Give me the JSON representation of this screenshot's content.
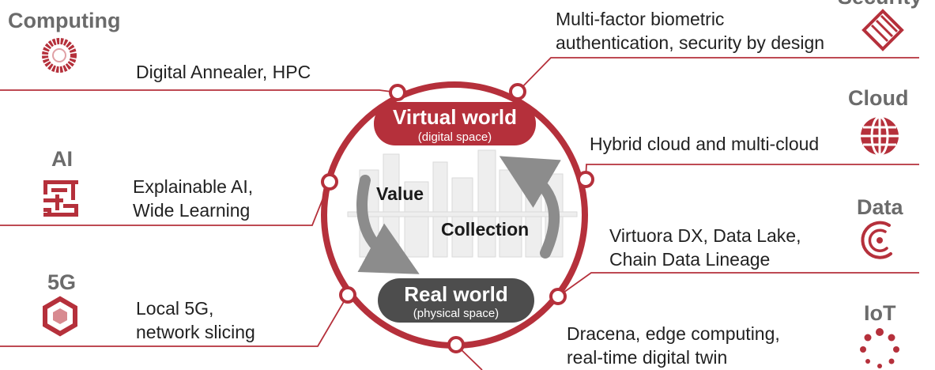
{
  "center": {
    "virtual_title": "Virtual world",
    "virtual_sub": "(digital space)",
    "real_title": "Real world",
    "real_sub": "(physical space)",
    "value_label": "Value",
    "collection_label": "Collection",
    "colors": {
      "ring": "#b5303b",
      "pill_red": "#b5303b",
      "pill_dark": "#4d4d4d",
      "arrow": "#8c8c8c"
    }
  },
  "categories": [
    {
      "id": "computing",
      "label": "Computing",
      "icon": "ring-segments-icon",
      "desc": [
        "Digital Annealer, HPC"
      ]
    },
    {
      "id": "ai",
      "label": "AI",
      "icon": "maze-icon",
      "desc": [
        "Explainable AI,",
        "Wide Learning"
      ]
    },
    {
      "id": "5g",
      "label": "5G",
      "icon": "hexagon-icon",
      "desc": [
        "Local 5G,",
        "network slicing"
      ]
    },
    {
      "id": "security",
      "label": "Security",
      "icon": "diamond-lines-icon",
      "desc": [
        "Multi-factor biometric",
        "authentication, security by design"
      ]
    },
    {
      "id": "cloud",
      "label": "Cloud",
      "icon": "globe-icon",
      "desc": [
        "Hybrid cloud and multi-cloud"
      ]
    },
    {
      "id": "data",
      "label": "Data",
      "icon": "spiral-icon",
      "desc": [
        "Virtuora DX, Data Lake,",
        "Chain Data Lineage"
      ]
    },
    {
      "id": "iot",
      "label": "IoT",
      "icon": "dots-circle-icon",
      "desc": [
        "Dracena, edge computing,",
        "real-time digital twin"
      ]
    }
  ]
}
